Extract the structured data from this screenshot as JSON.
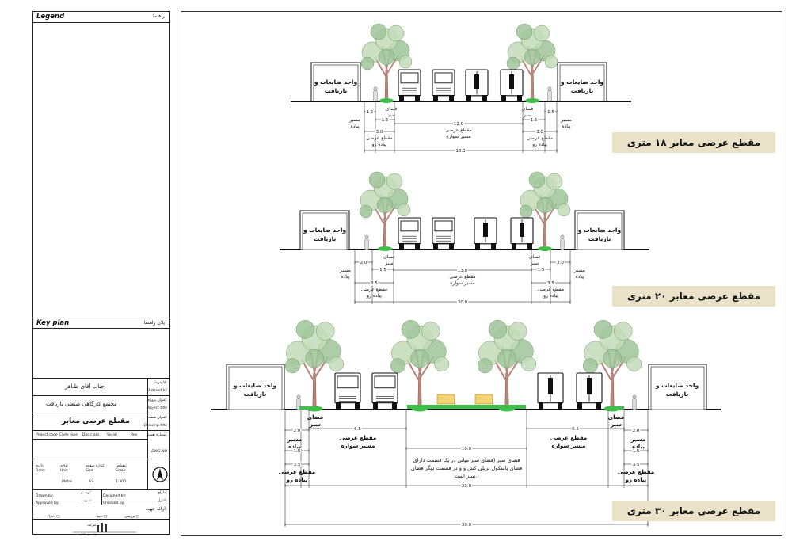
{
  "legend": {
    "en": "Legend",
    "fa": "راهنما"
  },
  "keyplan": {
    "en": "Key plan",
    "fa": "پلان راهنما"
  },
  "ordered_by": {
    "fa": "کارفرما:",
    "en": "Ordered by",
    "value": "جناب آقای ظـاهر"
  },
  "project_title": {
    "fa": "عنوان پروژه:",
    "en": "Project title",
    "value": "مجتمع کارگاهی صنعتی بازیافت"
  },
  "drawing_title": {
    "fa": "عنوان نقشه:",
    "en": "Drawing title",
    "value": "مقطع عرضی معابر"
  },
  "codes": {
    "project_code": "Project code",
    "code_type": "Code type",
    "doc_class": "Doc class",
    "serial": "Serial",
    "rev": "Rev",
    "dwg_no_fa": "شماره نقشه:",
    "dwg_no": "DWG.NO"
  },
  "meta": {
    "date": "Date:",
    "unit": "Unit:",
    "size": "Size:",
    "scale": "Scale:",
    "unit_value": "Metre",
    "size_value": "A3",
    "scale_value": "1:300",
    "date_fa": "تاریخ:",
    "unit_fa": "واحد:",
    "size_fa": "اندازه صفحه:",
    "scale_fa": "مقیاس:"
  },
  "people": {
    "drawn_fa": "ترسیم:",
    "drawn": "Drawn by:",
    "designed_fa": "طراح:",
    "designed": "Designed by:",
    "approved_fa": "تصویب:",
    "approved": "Approved by:",
    "checked_fa": "کنترل:",
    "checked": "Checked by:"
  },
  "purpose": {
    "fa": "ارائه جهت:",
    "o1": "بررسی □",
    "o2": "تأیید □",
    "o3": "اجرا □"
  },
  "firm": {
    "name": "شرکت ...",
    "tagline": "مهندسین مشاور"
  },
  "labels": {
    "building": "واحد ضایعات و بازیافت",
    "green": "فضای سبز",
    "walkway": "مسیر پیاده",
    "sidewalk_section": "مقطع عرضی پیاده رو",
    "carriageway": "مقطع عرضی مسیر سواره",
    "median_title": "فضای سبز",
    "median_desc": "(فضای سبز میانی در یک قسمت دارای فضای پاسکول تریلی کش و و در قسمت دیگر فضای سبز است.)"
  },
  "sections": [
    {
      "title": "مقطع عرضی معابر ۱۸ متری",
      "walk": "1.5",
      "green": "1.5",
      "side": "3.0",
      "road": "12.0",
      "total": "18.0"
    },
    {
      "title": "مقطع عرضی معابر ۲۰ متری",
      "walk": "2.0",
      "green": "1.5",
      "side": "3.5",
      "road": "13.0",
      "total": "20.0"
    },
    {
      "title": "مقطع عرضی معابر ۳۰ متری",
      "walk": "2.0",
      "green": "1.5",
      "side": "3.5",
      "road_left": "6.5",
      "road_right": "6.5",
      "median": "10.0",
      "inner": "23.0",
      "total": "30.0"
    }
  ]
}
